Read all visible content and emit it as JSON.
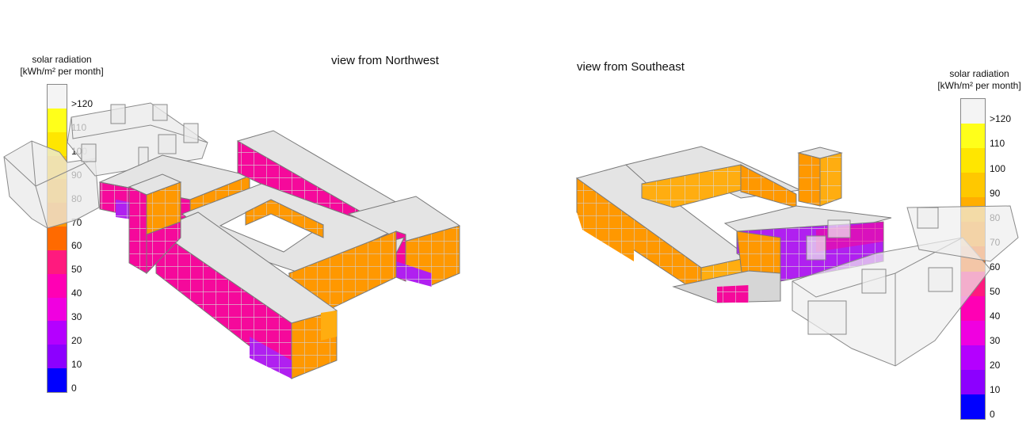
{
  "views": {
    "northwest_title": "view from Northwest",
    "southeast_title": "view from Southeast"
  },
  "legend": {
    "title_line1": "solar radiation",
    "title_line2": "[kWh/m² per month]",
    "labels": [
      ">120",
      "110",
      "100",
      "90",
      "80",
      "70",
      "60",
      "50",
      "40",
      "30",
      "20",
      "10",
      "0"
    ],
    "colors": [
      "#f4f4f4",
      "#ffff1a",
      "#ffe600",
      "#ffc800",
      "#ffae00",
      "#ff9500",
      "#ff6a00",
      "#ff1a7e",
      "#ff00b4",
      "#f000e0",
      "#b400ff",
      "#8c00ff",
      "#0000ff"
    ]
  },
  "colors": {
    "roof": "#e4e4e4",
    "ghost": "#e9e9e9",
    "orange": "#ff9800",
    "orange_light": "#ffad10",
    "magenta": "#f5099b",
    "purple": "#b020f0",
    "outline": "#7a7a7a"
  }
}
